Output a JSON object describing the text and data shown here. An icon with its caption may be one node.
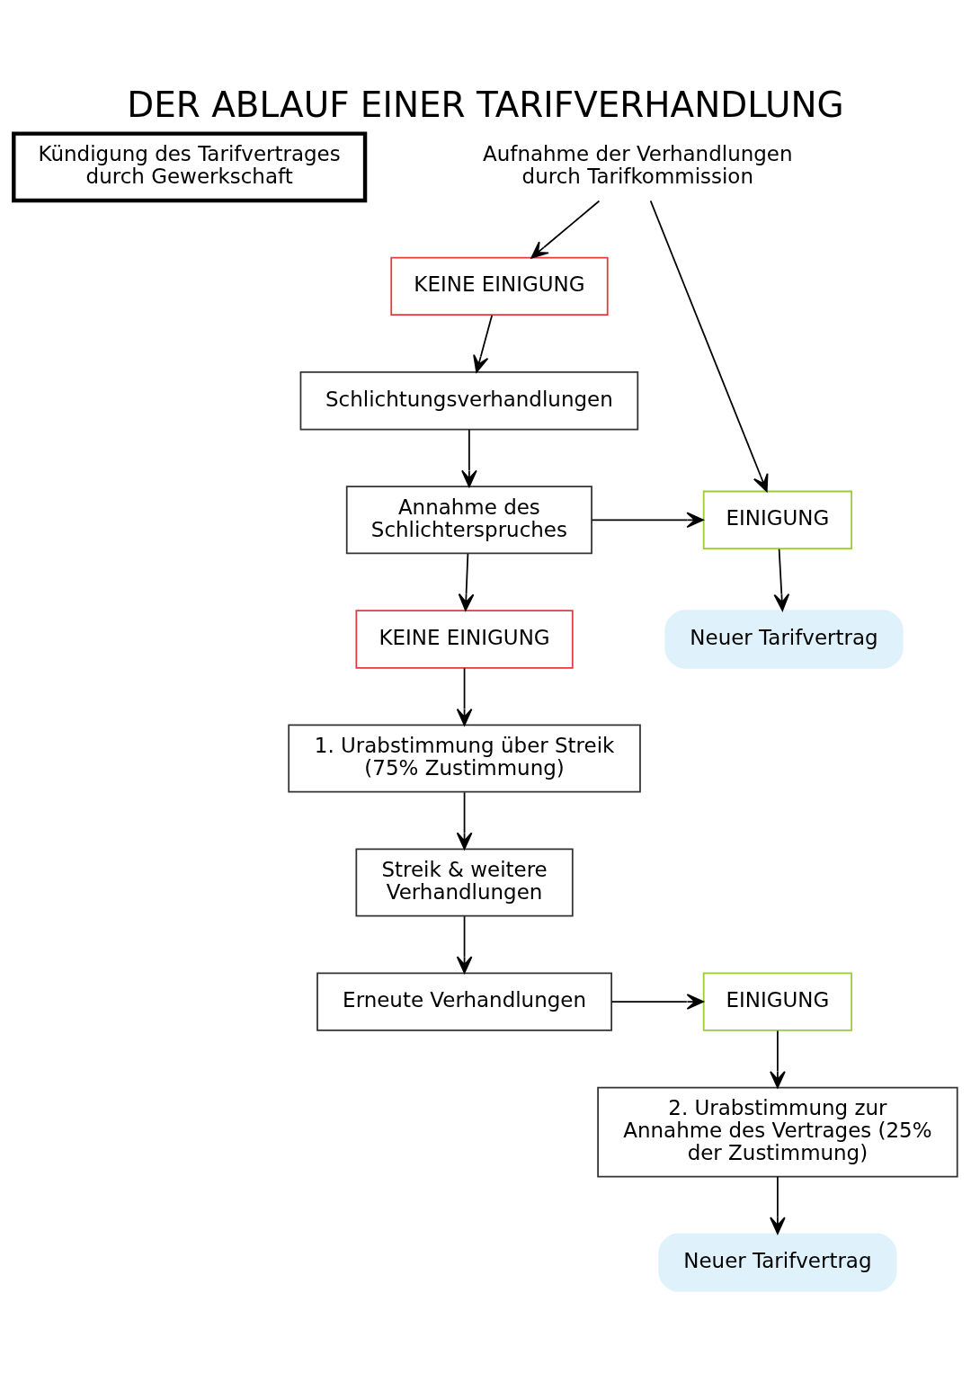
{
  "diagram": {
    "title": "DER ABLAUF EINER TARIFVERHANDLUNG",
    "nodes": [
      {
        "text": [
          "Kündigung des Tarifvertrages",
          "durch Gewerkschaft"
        ]
      },
      {
        "text": [
          "Aufnahme der Verhandlungen durch Tarifkommission"
        ]
      },
      {
        "text": [
          "EINIGUNG"
        ]
      },
      {
        "text": [
          "Neuer Tarifvertrag"
        ]
      },
      {
        "text": [
          "KEINE EINIGUNG"
        ]
      },
      {
        "text": [
          "Schlichtungsverhandlungen"
        ]
      },
      {
        "text": [
          "Annahme des Schlichterspruches"
        ]
      },
      {
        "text": [
          "KEINE EINIGUNG"
        ]
      },
      {
        "text": [
          "1. Urabstimmung über Streik (75% Zustimmung)"
        ]
      },
      {
        "text": [
          "Streik & weitere Verhandlungen"
        ]
      },
      {
        "text": [
          "Erneute Verhandlungen"
        ]
      },
      {
        "text": [
          "EINIGUNG"
        ]
      },
      {
        "text": [
          "2. Urabstimmung zur Annahme des Vertrages (25% der Zustimmung)"
        ]
      },
      {
        "text": [
          "Neuer Tarifvertrag"
        ]
      }
    ],
    "edges": [
      {
        "from": 1,
        "to": 2,
        "arrow": "to"
      },
      {
        "from": 1,
        "to": 4,
        "arrow": "to"
      },
      {
        "from": 4,
        "to": 5,
        "arrow": "to"
      },
      {
        "from": 5,
        "to": 6,
        "arrow": "to"
      },
      {
        "from": 6,
        "to": 2,
        "arrow": "to"
      },
      {
        "from": 2,
        "to": 3,
        "arrow": "to"
      },
      {
        "from": 6,
        "to": 7,
        "arrow": "to"
      },
      {
        "from": 7,
        "to": 8,
        "arrow": "to"
      },
      {
        "from": 8,
        "to": 9,
        "arrow": "to"
      },
      {
        "from": 9,
        "to": 10,
        "arrow": "to"
      },
      {
        "from": 10,
        "to": 11,
        "arrow": "to"
      },
      {
        "from": 11,
        "to": 12,
        "arrow": "to"
      },
      {
        "from": 12,
        "to": 13,
        "arrow": "to"
      }
    ]
  }
}
